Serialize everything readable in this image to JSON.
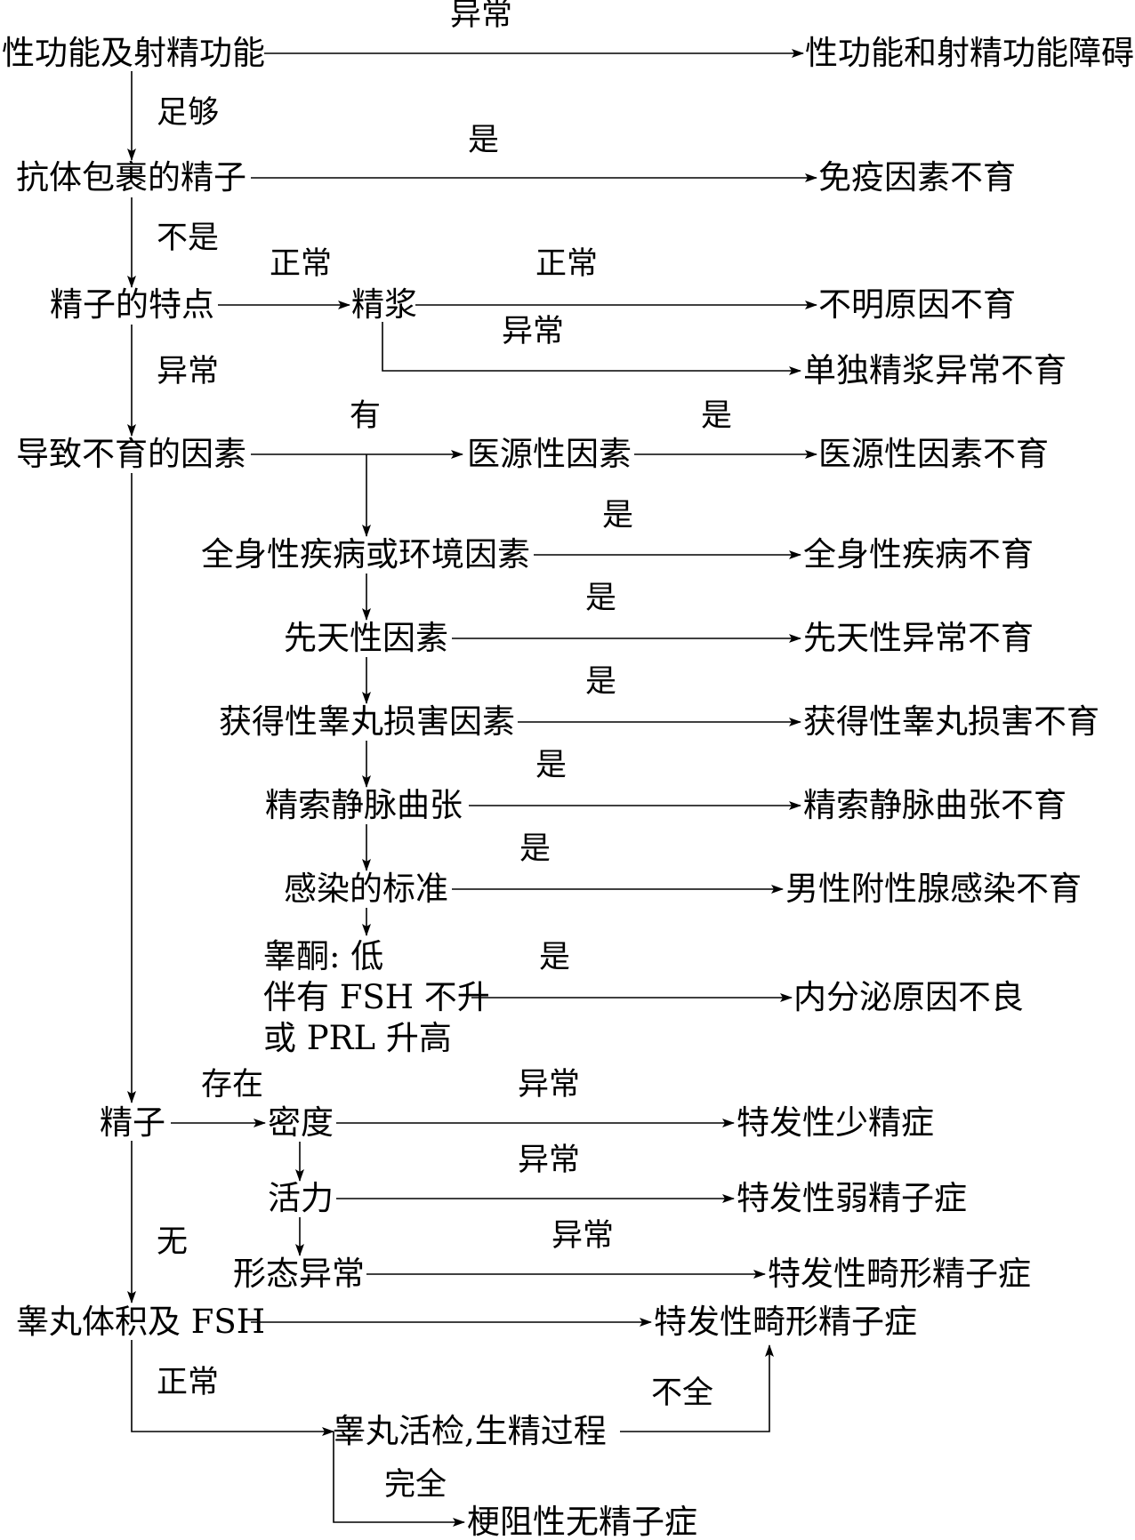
{
  "nodes": {
    "sexual_function": "性功能及射精功能",
    "sexual_dysfunction": "性功能和射精功能障碍",
    "antibody_sperm": "抗体包裹的精子",
    "immune_infertility": "免疫因素不育",
    "sperm_features": "精子的特点",
    "seminal_plasma": "精浆",
    "unexplained_infertility": "不明原因不育",
    "isolated_plasma_abnormal": "单独精浆异常不育",
    "infertility_factors": "导致不育的因素",
    "iatrogenic_factor": "医源性因素",
    "iatrogenic_infertility": "医源性因素不育",
    "systemic_factor": "全身性疾病或环境因素",
    "systemic_infertility": "全身性疾病不育",
    "congenital_factor": "先天性因素",
    "congenital_infertility": "先天性异常不育",
    "acquired_testis_factor": "获得性睾丸损害因素",
    "acquired_testis_infertility": "获得性睾丸损害不育",
    "varicocele": "精索静脉曲张",
    "varicocele_infertility": "精索静脉曲张不育",
    "infection_criteria": "感染的标准",
    "accessory_gland_infection": "男性附性腺感染不育",
    "endocrine_line1": "睾酮: 低",
    "endocrine_line2": "伴有 FSH 不升",
    "endocrine_line3": "或 PRL 升高",
    "endocrine_cause": "内分泌原因不良",
    "sperm": "精子",
    "density": "密度",
    "oligozoospermia": "特发性少精症",
    "motility": "活力",
    "asthenozoospermia": "特发性弱精子症",
    "morphology": "形态异常",
    "teratozoospermia_1": "特发性畸形精子症",
    "testis_volume_fsh": "睾丸体积及 FSH",
    "teratozoospermia_2": "特发性畸形精子症",
    "testis_biopsy": "睾丸活检,生精过程",
    "obstructive_azoospermia": "梗阻性无精子症"
  },
  "edge_labels": {
    "abnormal_top": "异常",
    "sufficient": "足够",
    "yes_immune": "是",
    "not_yes": "不是",
    "normal_to_plasma": "正常",
    "normal_plasma": "正常",
    "abnormal_plasma": "异常",
    "abnormal_features": "异常",
    "has_factors": "有",
    "yes_iatrogenic": "是",
    "yes_systemic": "是",
    "yes_congenital": "是",
    "yes_acquired": "是",
    "yes_varicocele": "是",
    "yes_infection": "是",
    "yes_endocrine": "是",
    "exists": "存在",
    "abnormal_density": "异常",
    "abnormal_motility": "异常",
    "abnormal_morphology": "异常",
    "none": "无",
    "normal_testis": "正常",
    "incomplete": "不全",
    "complete": "完全"
  },
  "colors": {
    "ink": "#000000",
    "background": "#ffffff"
  }
}
